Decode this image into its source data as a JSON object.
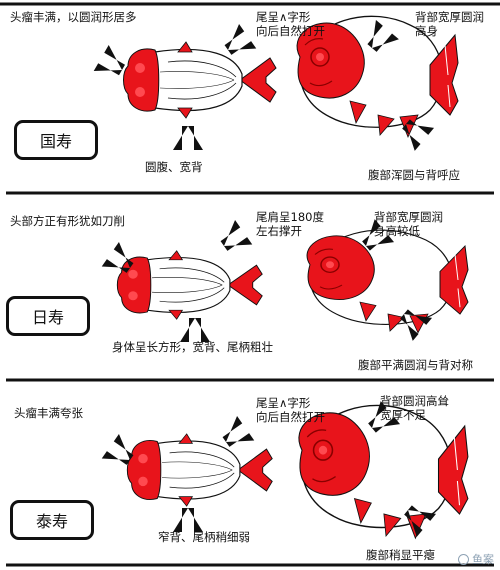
{
  "colors": {
    "fish_red": "#e8141b",
    "ink": "#111111",
    "watermark": "#8fa3b5"
  },
  "sections": [
    {
      "name": "国寿",
      "head_note": "头瘤丰满，以圆润形居多",
      "tail_note": [
        "尾呈∧字形",
        "向后自然打开"
      ],
      "belly_note": "圆腹、宽背",
      "back_note": [
        "背部宽厚圆润",
        "高身"
      ],
      "abdomen_note": "腹部浑圆与背呼应"
    },
    {
      "name": "日寿",
      "head_note": "头部方正有形犹如刀削",
      "tail_note": [
        "尾肩呈180度",
        "左右撑开"
      ],
      "belly_note": "身体呈长方形，宽背、尾柄粗壮",
      "back_note": [
        "背部宽厚圆润",
        "身高较低"
      ],
      "abdomen_note": "腹部平满圆润与背对称"
    },
    {
      "name": "泰寿",
      "head_note": "头瘤丰满夸张",
      "tail_note": [
        "尾呈∧字形",
        "向后自然打开"
      ],
      "belly_note": "窄背、尾柄稍细弱",
      "back_note": [
        "背部圆润高耸",
        "宽厚不足"
      ],
      "abdomen_note": "腹部稍显平瘪"
    }
  ],
  "watermark": "鱼案"
}
